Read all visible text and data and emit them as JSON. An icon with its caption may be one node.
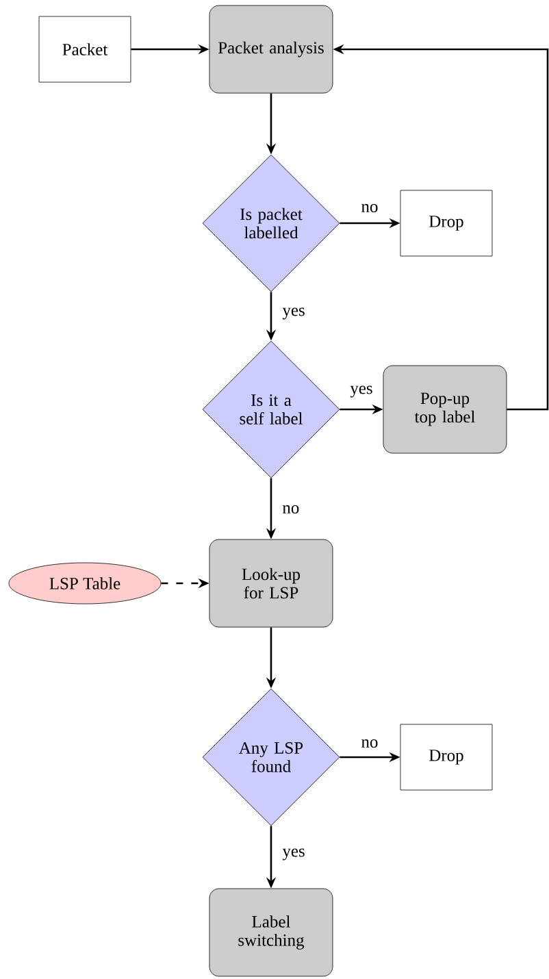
{
  "diagram": {
    "nodes": [
      {
        "text": [
          "Packet"
        ]
      },
      {
        "text": [
          "Packet analysis"
        ]
      },
      {
        "text": [
          "Is packet labelled"
        ]
      },
      {
        "text": [
          "Drop"
        ]
      },
      {
        "text": [
          "Is it a self label"
        ]
      },
      {
        "text": [
          "Pop-up top label"
        ]
      },
      {
        "text": [
          "LSP Table"
        ]
      },
      {
        "text": [
          "Look-up for LSP"
        ]
      },
      {
        "text": [
          "Any LSP found"
        ]
      },
      {
        "text": [
          "Drop"
        ]
      },
      {
        "text": [
          "Label switching"
        ]
      }
    ],
    "edges": [
      {
        "from": 0,
        "to": 1,
        "arrow": "to"
      },
      {
        "from": 1,
        "to": 2,
        "arrow": "to"
      },
      {
        "from": 2,
        "to": 3,
        "arrow": "to",
        "label": "no"
      },
      {
        "from": 2,
        "to": 4,
        "arrow": "to",
        "label": "yes"
      },
      {
        "from": 4,
        "to": 5,
        "arrow": "to",
        "label": "yes"
      },
      {
        "from": 5,
        "to": 1,
        "arrow": "to"
      },
      {
        "from": 4,
        "to": 7,
        "arrow": "to",
        "label": "no"
      },
      {
        "from": 6,
        "to": 7,
        "arrow": "to",
        "style": "dashed"
      },
      {
        "from": 7,
        "to": 8,
        "arrow": "to"
      },
      {
        "from": 8,
        "to": 9,
        "arrow": "to",
        "label": "no"
      },
      {
        "from": 8,
        "to": 10,
        "arrow": "to",
        "label": "yes"
      }
    ]
  }
}
